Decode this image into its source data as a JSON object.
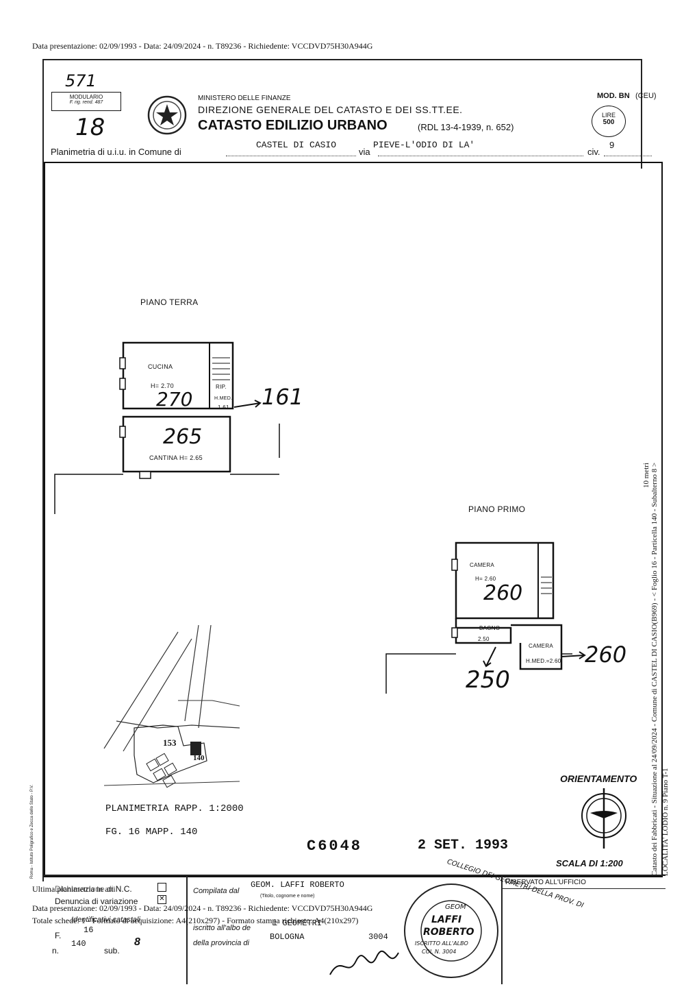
{
  "top_note": "Data presentazione: 02/09/1993 - Data: 24/09/2024 - n. T89236 - Richiedente: VCCDVD75H30A944G",
  "header": {
    "stamp_number": "571",
    "modulario_title": "MODULARIO",
    "modulario_sub": "F. rig. rend. 487",
    "sheet_mark": "18",
    "ministry": "MINISTERO DELLE FINANZE",
    "direction": "DIREZIONE GENERALE DEL CATASTO E DEI SS.TT.EE.",
    "catasto": "CATASTO EDILIZIO URBANO",
    "law_ref": "(RDL 13-4-1939, n. 652)",
    "mod_code": "MOD. BN",
    "mod_ceu": "(CEU)",
    "lire_label": "LIRE",
    "lire_value": "500",
    "planimetria_prefix": "Planimetria di u.i.u. in Comune di",
    "comune": "CASTEL DI CASIO",
    "via_label": "via",
    "via": "PIEVE-L'ODIO DI LA'",
    "civ_label": "civ.",
    "civ": "9"
  },
  "plan": {
    "ground_floor_title": "PIANO TERRA",
    "first_floor_title": "PIANO PRIMO",
    "rooms": {
      "cucina": "CUCINA",
      "cucina_h": "H= 2.70",
      "cucina_hand": "270",
      "rip": "RIP.",
      "rip_h": "H.MED.",
      "rip_h_val": "1.61",
      "rip_hand": "161",
      "cantina_hand": "265",
      "cantina": "CANTINA",
      "cantina_h": "H= 2.65",
      "camera1": "CAMERA",
      "camera1_h": "H= 2.60",
      "camera1_hand": "260",
      "bagno": "BAGNO",
      "bagno_h": "2.50",
      "camera2": "CAMERA",
      "camera2_h": "H.MED.=2.60",
      "camera2_hand": "260",
      "bagno_hand": "250"
    },
    "map_parcel_1": "153",
    "map_parcel_2": "140",
    "scale_note": "PLANIMETRIA RAPP. 1:2000",
    "fg_note": "FG. 16 MAPP. 140",
    "protocol": "C6048",
    "date_stamp": "2 SET. 1993",
    "orient_label": "ORIENTAMENTO",
    "scala_label": "SCALA DI 1:200",
    "metri": "10 metri"
  },
  "side_text": "Catasto dei Fabbricati - Situazione al 24/09/2024 - Comune di CASTEL DI CASIO(B969) - < Foglio 16 - Particella 140 - Subalterno 8 >",
  "side_text_2": "LOCALITA' LODIO n. 9 Piano T-1",
  "left_side_text": "Roma - Istituto Poligrafico e Zecca dello Stato - P.V.",
  "footer": {
    "ultima_planimetria": "Ultima planimetria in atti",
    "dichiarazione": "Dichiarazione di N.C.",
    "denuncia": "Denuncia di variazione",
    "presentazione": "Data presentazione: 02/09/1993 - Data: 24/09/2024 - n. T89236 - Richiedente: VCCDVD75H30A944G",
    "totale": "Totale schede: 1 - Formato di acquisizione: A4(210x297) - Formato stampa richiesto: A4(210x297)",
    "identificativi": "Identificativi catastali",
    "fg_label": "F.",
    "fg": "16",
    "n_label": "n.",
    "n": "140",
    "sub_label": "sub.",
    "sub": "8",
    "compilata_label": "Compilata dal",
    "compilata": "GEOM. LAFFI ROBERTO",
    "titolo_note": "(Titolo, cognome e nome)",
    "iscritto_label": "iscritto all'albo de",
    "iscritto": "i GEOMETRI",
    "provincia_label": "della provincia di",
    "provincia": "BOLOGNA",
    "numero": "3004",
    "riservato": "RISERVATO ALL'UFFICIO",
    "stamp_line1": "COLLEGIO DEI GEOMETRI DELLA PROV. DI",
    "stamp_geom": "GEOM",
    "stamp_name1": "LAFFI",
    "stamp_name2": "ROBERTO",
    "stamp_iscr": "ISCRITTO ALL'ALBO",
    "stamp_num": "COL N. 3004"
  }
}
